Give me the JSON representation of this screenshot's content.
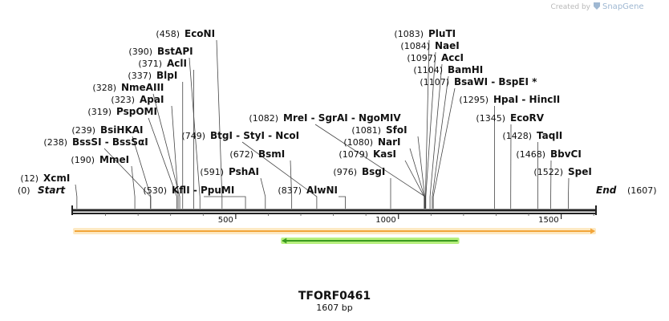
{
  "credit": {
    "created_by": "Created by",
    "brand": "SnapGene"
  },
  "sequence": {
    "name": "TFORF0461",
    "length_label": "1607 bp",
    "length": 1607,
    "start_label": "Start",
    "start_pos": "(0)",
    "end_label": "End",
    "end_pos": "(1607)"
  },
  "ruler_ticks": [
    "500",
    "1000",
    "1500"
  ],
  "sites": [
    {
      "name": "XcmI",
      "pos": 12
    },
    {
      "name": "MmeI",
      "pos": 190
    },
    {
      "name": "BssSI  -  BssSαI",
      "pos": 238
    },
    {
      "name": "BsiHKAI",
      "pos": 239
    },
    {
      "name": "PspOMI",
      "pos": 319
    },
    {
      "name": "ApaI",
      "pos": 323
    },
    {
      "name": "NmeAIII",
      "pos": 328
    },
    {
      "name": "BlpI",
      "pos": 337
    },
    {
      "name": "AclI",
      "pos": 371
    },
    {
      "name": "BstAPI",
      "pos": 390
    },
    {
      "name": "EcoNI",
      "pos": 458
    },
    {
      "name": "KflI  -  PpuMI",
      "pos": 530
    },
    {
      "name": "PshAI",
      "pos": 591
    },
    {
      "name": "BsmI",
      "pos": 672
    },
    {
      "name": "BtgI  -  StyI  -  NcoI",
      "pos": 749
    },
    {
      "name": "AlwNI",
      "pos": 837
    },
    {
      "name": "BsgI",
      "pos": 976
    },
    {
      "name": "KasI",
      "pos": 1079
    },
    {
      "name": "NarI",
      "pos": 1080
    },
    {
      "name": "SfoI",
      "pos": 1081
    },
    {
      "name": "MreI  -  SgrAI  -  NgoMIV",
      "pos": 1082
    },
    {
      "name": "PluTI",
      "pos": 1083
    },
    {
      "name": "NaeI",
      "pos": 1084
    },
    {
      "name": "AccI",
      "pos": 1097
    },
    {
      "name": "BamHI",
      "pos": 1104
    },
    {
      "name": "BsaWI  -  BspEI *",
      "pos": 1107
    },
    {
      "name": "HpaI  -  HincII",
      "pos": 1295
    },
    {
      "name": "EcoRV",
      "pos": 1345
    },
    {
      "name": "TaqII",
      "pos": 1428
    },
    {
      "name": "BbvCI",
      "pos": 1468
    },
    {
      "name": "SpeI",
      "pos": 1522
    }
  ],
  "features": [
    {
      "type": "orf",
      "start": 1,
      "end": 1607,
      "direction": "forward",
      "color": "#f2a53a",
      "fill": "#fde9c3"
    },
    {
      "type": "orf",
      "start": 640,
      "end": 1187,
      "direction": "reverse",
      "color": "#3a9a20",
      "fill": "#b7ef7e"
    }
  ],
  "colors": {
    "backbone": "#222222",
    "site_line": "#444444"
  }
}
